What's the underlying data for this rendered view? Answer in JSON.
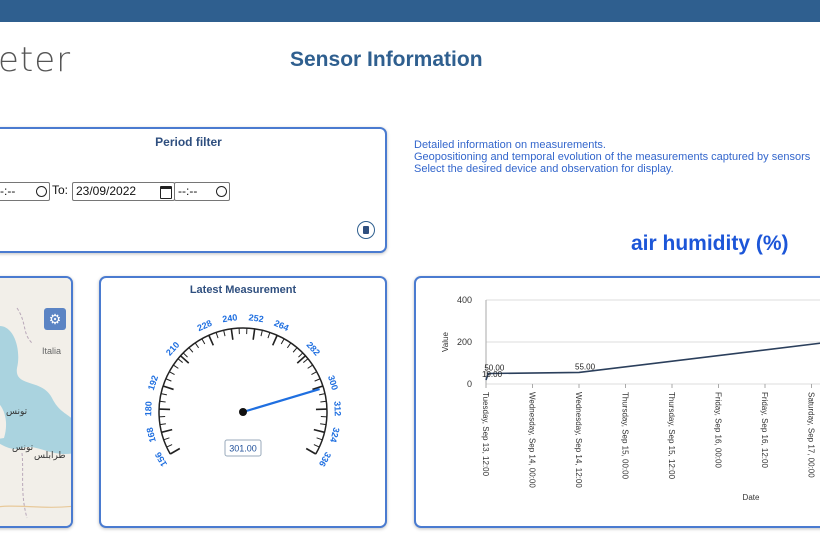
{
  "header": {
    "logo_text": "eter",
    "page_title": "Sensor Information"
  },
  "filter": {
    "title": "Period filter",
    "from_time": "--:--",
    "to_label": "To:",
    "to_date": "23/09/2022",
    "to_time": "--:--"
  },
  "info": {
    "line1": "Detailed information on measurements.",
    "line2": "Geopositioning and temporal evolution of the measurements captured by sensors",
    "line3": "Select the desired device and observation for display."
  },
  "chart_heading": "air humidity (%)",
  "map": {
    "labels": [
      "Italia",
      "تونس",
      "تونس",
      "طرابلس"
    ],
    "colors": {
      "sea": "#aad3df",
      "land": "#f2efe9",
      "border": "#b9a8b9"
    }
  },
  "gauge": {
    "title": "Latest Measurement",
    "value": 301.0,
    "value_label": "301.00",
    "min": 156,
    "max": 336,
    "tick_labels": [
      156,
      168,
      180,
      192,
      210,
      228,
      240,
      252,
      264,
      282,
      300,
      312,
      324,
      336
    ],
    "colors": {
      "labels": "#1f6fe0",
      "needle": "#1f6fe0"
    }
  },
  "chart_data": {
    "type": "line",
    "title": "",
    "xlabel": "Date",
    "ylabel": "Value",
    "ylim": [
      0,
      400
    ],
    "yticks": [
      0,
      200,
      400
    ],
    "categories": [
      "Tuesday, Sep 13, 12:00",
      "Wednesday, Sep 14, 00:00",
      "Wednesday, Sep 14, 12:00",
      "Thursday, Sep 15, 00:00",
      "Thursday, Sep 15, 12:00",
      "Friday, Sep 16, 00:00",
      "Friday, Sep 16, 12:00",
      "Saturday, Sep 17, 00:00"
    ],
    "points": [
      {
        "x": 0,
        "y": 19.0,
        "label": "19.00"
      },
      {
        "x": 0.05,
        "y": 50.0,
        "label": "50.00"
      },
      {
        "x": 2,
        "y": 55.0,
        "label": "55.00"
      },
      {
        "x": 7.4,
        "y": 200
      }
    ],
    "grid": true,
    "colors": {
      "line": "#2b3f5c",
      "grid": "#dddddd"
    }
  }
}
